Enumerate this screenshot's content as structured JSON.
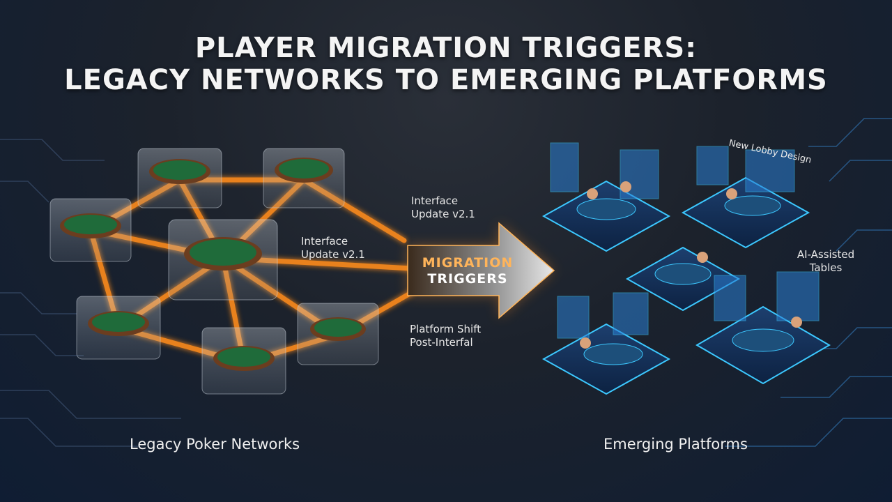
{
  "title": {
    "line1": "PLAYER MIGRATION TRIGGERS:",
    "line2": "LEGACY NETWORKS TO EMERGING PLATFORMS"
  },
  "arrow": {
    "line1": "MIGRATION",
    "line2": "TRIGGERS",
    "line1_color": "#ffb45a",
    "line2_color": "#ffffff"
  },
  "annotations": {
    "interface_top": [
      "Interface",
      "Update v2.1"
    ],
    "interface_mid": [
      "Interface",
      "Update v2.1"
    ],
    "platform_shift": [
      "Platform Shift",
      "Post-Interfal"
    ],
    "lobby": "New Lobby Design",
    "ai": [
      "AI-Assisted",
      "Tables"
    ]
  },
  "sections": {
    "legacy": "Legacy Poker Networks",
    "emerging": "Emerging Platforms"
  },
  "colors": {
    "link_glow": "#ff8c1a",
    "beam": "#3ea8ff",
    "felt": "#1f6b3a",
    "screen": "#2b7fd4",
    "neon": "#3cc8ff"
  }
}
